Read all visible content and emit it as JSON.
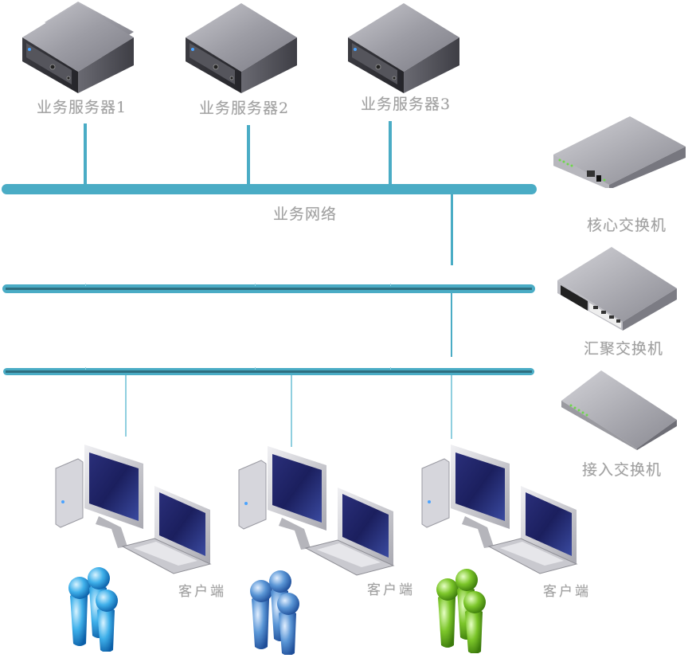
{
  "diagram": {
    "servers": [
      {
        "label": "业务服务器1"
      },
      {
        "label": "业务服务器2"
      },
      {
        "label": "业务服务器3"
      }
    ],
    "network_label": "业务网络",
    "switches": [
      {
        "label": "核心交换机",
        "type": "core"
      },
      {
        "label": "汇聚交换机",
        "type": "aggregation"
      },
      {
        "label": "接入交换机",
        "type": "access"
      }
    ],
    "clients": [
      {
        "label": "客户端",
        "users_color": "light-blue"
      },
      {
        "label": "客户端",
        "users_color": "blue"
      },
      {
        "label": "客户端",
        "users_color": "green"
      }
    ],
    "colors": {
      "business_bus": "#4aacc5",
      "bus_inner": "#2e6f80",
      "drop_line": "#8fcfdf",
      "label_gray": "#a0a0a0",
      "users_light_blue": "#3fb0ea",
      "users_blue": "#5a96d6",
      "users_green": "#7cc62a"
    }
  }
}
